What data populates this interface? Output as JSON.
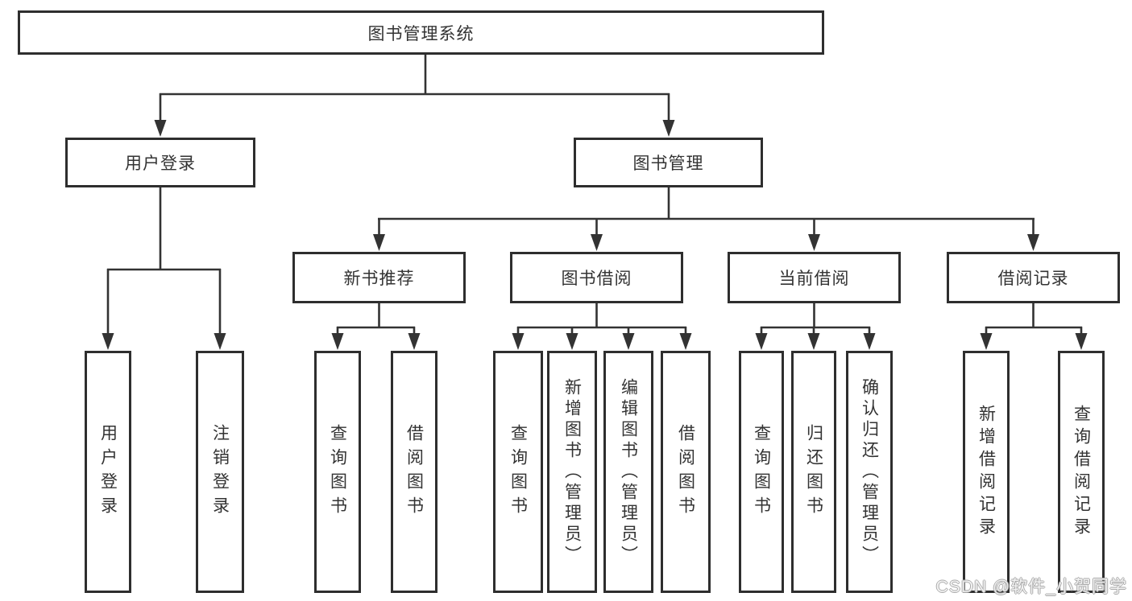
{
  "diagram": {
    "root": {
      "label": "图书管理系统"
    },
    "level2": [
      {
        "label": "用户登录",
        "children": [
          "用户登录",
          "注销登录"
        ]
      },
      {
        "label": "图书管理"
      }
    ],
    "level3": [
      {
        "label": "新书推荐",
        "children": [
          "查询图书",
          "借阅图书"
        ]
      },
      {
        "label": "图书借阅",
        "children": [
          "查询图书",
          "新增图书（管理员）",
          "编辑图书（管理员）",
          "借阅图书"
        ]
      },
      {
        "label": "当前借阅",
        "children": [
          "查询图书",
          "归还图书",
          "确认归还（管理员）"
        ]
      },
      {
        "label": "借阅记录",
        "children": [
          "新增借阅记录",
          "查询借阅记录"
        ]
      }
    ]
  },
  "watermark": "CSDN @软件_小贺同学",
  "colors": {
    "line": "#333333",
    "box_border": "#2e2e2e",
    "text": "#333333",
    "watermark_fill": "#f2f2f2",
    "watermark_outline": "#a6a6a6",
    "background": "#ffffff"
  }
}
